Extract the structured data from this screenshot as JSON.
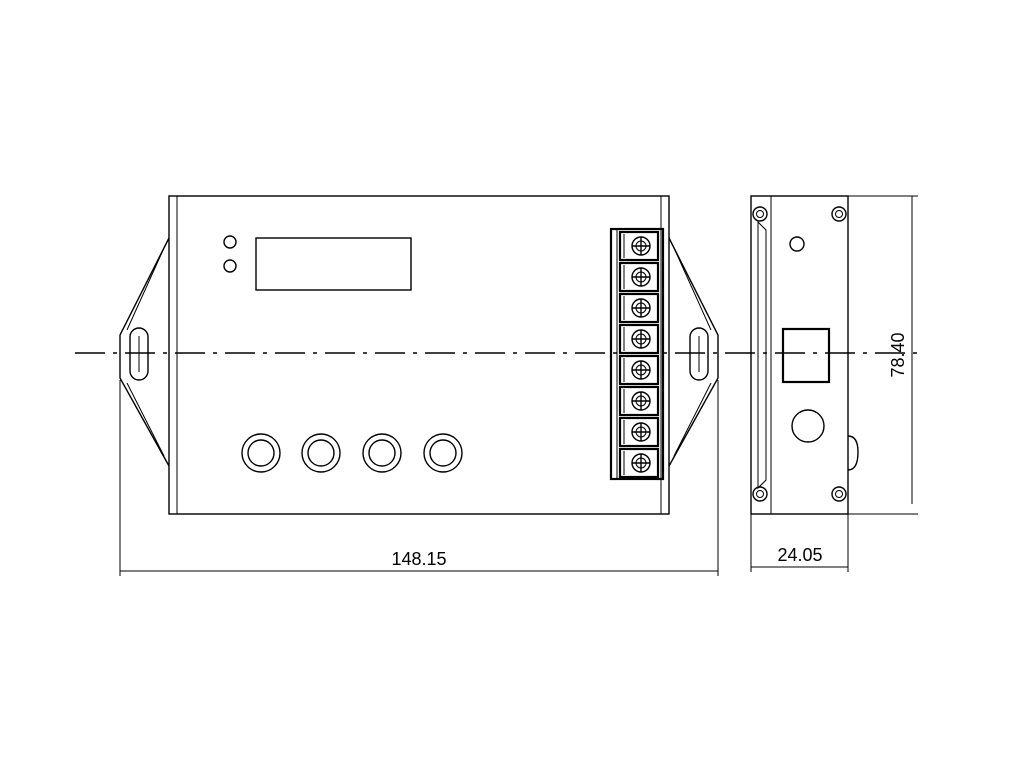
{
  "dimensions": {
    "overall_width": "148.15",
    "side_depth": "24.05",
    "height": "78.40"
  },
  "front_view": {
    "led_count": 2,
    "button_count": 4,
    "terminal_count": 8
  },
  "colors": {
    "line": "#000000",
    "background": "#ffffff"
  }
}
